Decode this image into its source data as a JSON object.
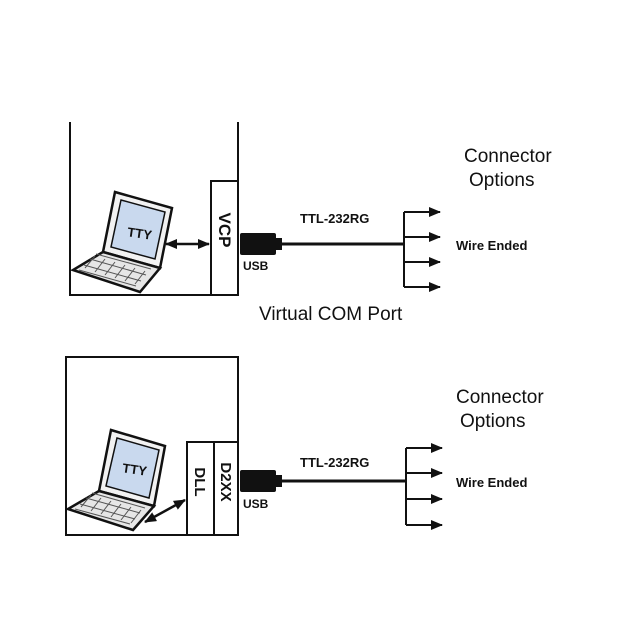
{
  "top": {
    "laptop_screen_label": "TTY",
    "driver_label": "VCP",
    "usb_label": "USB",
    "cable_label": "TTL-232RG",
    "connector_title_line1": "Connector",
    "connector_title_line2": "Options",
    "wire_label": "Wire Ended",
    "caption": "Virtual COM Port"
  },
  "bottom": {
    "laptop_screen_label": "TTY",
    "driver_label_1": "DLL",
    "driver_label_2": "D2XX",
    "usb_label": "USB",
    "cable_label": "TTL-232RG",
    "connector_title_line1": "Connector",
    "connector_title_line2": "Options",
    "wire_label": "Wire Ended"
  },
  "colors": {
    "line": "#111111",
    "laptop_screen": "#c9d9ee",
    "laptop_body": "#e9e9e9",
    "usb_plug": "#111111"
  }
}
